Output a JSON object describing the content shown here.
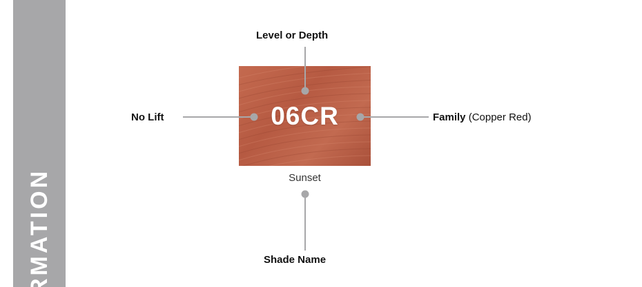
{
  "side_tab": {
    "text": "RMATION"
  },
  "swatch": {
    "code": "06CR",
    "shade_name": "Sunset"
  },
  "labels": {
    "level": "Level or Depth",
    "lift": "No Lift",
    "family_bold": "Family",
    "family_detail": "(Copper Red)",
    "shade": "Shade Name"
  },
  "colors": {
    "connector": "#a7a7a9",
    "swatch_base": "#b65a42",
    "side_tab": "#a7a7a9"
  }
}
